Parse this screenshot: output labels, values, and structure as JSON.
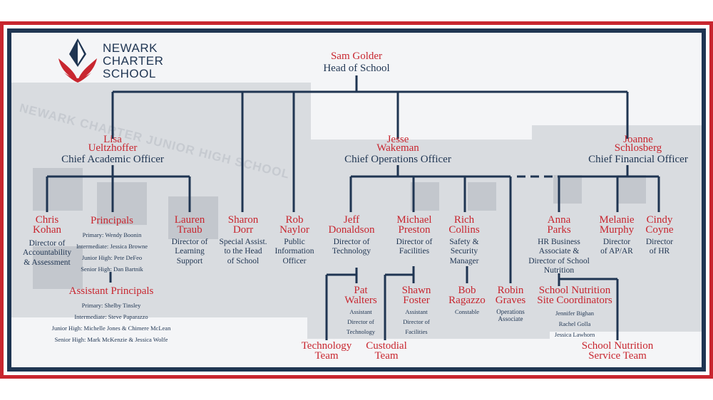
{
  "logo": {
    "line1": "NEWARK",
    "line2": "CHARTER",
    "line3": "SCHOOL"
  },
  "background_sign": "NEWARK CHARTER JUNIOR HIGH SCHOOL",
  "colors": {
    "red": "#c8262f",
    "navy": "#1f3552"
  },
  "head": {
    "name": "Sam Golder",
    "title": "Head of School"
  },
  "lisa": {
    "name1": "Lisa",
    "name2": "Ueltzhoffer",
    "title": "Chief Academic Officer"
  },
  "jesse": {
    "name1": "Jesse",
    "name2": "Wakeman",
    "title": "Chief Operations Officer"
  },
  "joanne": {
    "name1": "Joanne",
    "name2": "Schlosberg",
    "title": "Chief Financial Officer"
  },
  "sharon": {
    "name1": "Sharon",
    "name2": "Dorr",
    "title1": "Special Assist.",
    "title2": "to the Head",
    "title3": "of School"
  },
  "rob": {
    "name1": "Rob",
    "name2": "Naylor",
    "title1": "Public",
    "title2": "Information",
    "title3": "Officer"
  },
  "chris": {
    "name1": "Chris",
    "name2": "Kohan",
    "title1": "Director of",
    "title2": "Accountability",
    "title3": "& Assessment"
  },
  "principals": {
    "name": "Principals",
    "items": [
      "Primary: Wendy Boonin",
      "Intermediate: Jessica Browne",
      "Junior High: Pete DeFeo",
      "Senior High: Dan Bartnik"
    ]
  },
  "assistant_principals": {
    "name": "Assistant Principals",
    "items": [
      "Primary: Shelby Tinsley",
      "Intermediate: Steve Paparazzo",
      "Junior High: Michelle Jones & Chimere McLean",
      "Senior High: Mark McKenzie & Jessica Wolfe"
    ]
  },
  "lauren": {
    "name1": "Lauren",
    "name2": "Traub",
    "title1": "Director of",
    "title2": "Learning",
    "title3": "Support"
  },
  "jeff": {
    "name1": "Jeff",
    "name2": "Donaldson",
    "title1": "Director of",
    "title2": "Technology"
  },
  "michael": {
    "name1": "Michael",
    "name2": "Preston",
    "title1": "Director of",
    "title2": "Facilities"
  },
  "rich": {
    "name1": "Rich",
    "name2": "Collins",
    "title1": "Safety &",
    "title2": "Security",
    "title3": "Manager"
  },
  "robin": {
    "name1": "Robin",
    "name2": "Graves",
    "title1": "Operations",
    "title2": "Associate"
  },
  "anna": {
    "name1": "Anna",
    "name2": "Parks",
    "title1": "HR Business",
    "title2": "Associate &",
    "title3": "Director of School",
    "title4": "Nutrition"
  },
  "melanie": {
    "name1": "Melanie",
    "name2": "Murphy",
    "title1": "Director",
    "title2": "of AP/AR"
  },
  "cindy": {
    "name1": "Cindy",
    "name2": "Coyne",
    "title1": "Director",
    "title2": "of HR"
  },
  "pat": {
    "name1": "Pat",
    "name2": "Walters",
    "title1": "Assistant",
    "title2": "Director of",
    "title3": "Technology"
  },
  "shawn": {
    "name1": "Shawn",
    "name2": "Foster",
    "title1": "Assistant",
    "title2": "Director of",
    "title3": "Facilities"
  },
  "bob": {
    "name1": "Bob",
    "name2": "Ragazzo",
    "title1": "Constable"
  },
  "nutrition_coords": {
    "name1": "School Nutrition",
    "name2": "Site Coordinators",
    "items": [
      "Jennifer Bighan",
      "Rachel Golla",
      "Jessica Lawhorn"
    ]
  },
  "tech_team": {
    "name1": "Technology",
    "name2": "Team"
  },
  "custodial_team": {
    "name1": "Custodial",
    "name2": "Team"
  },
  "nutrition_team": {
    "name1": "School Nutrition",
    "name2": "Service Team"
  }
}
